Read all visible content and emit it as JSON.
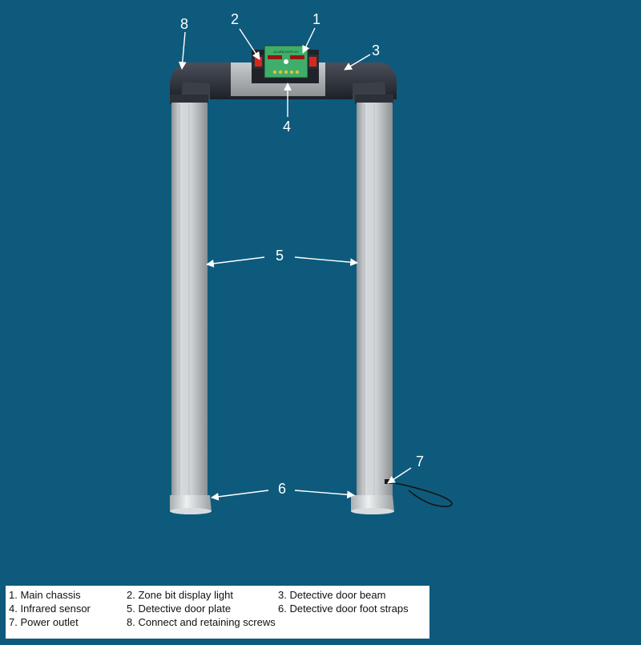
{
  "callouts": {
    "c1": "1",
    "c2": "2",
    "c3": "3",
    "c4": "4",
    "c5": "5",
    "c6": "6",
    "c7": "7",
    "c8": "8"
  },
  "display": {
    "panel_label": "ALARM DISPLAY"
  },
  "legend": [
    "1. Main chassis",
    "2. Zone bit display light",
    "3. Detective door beam",
    "4. Infrared sensor",
    "5. Detective door plate",
    "6. Detective door foot straps",
    "7. Power outlet",
    "8. Connect and retaining screws"
  ],
  "colors": {
    "background": "#0e5a7c",
    "pillar": "#c9cccf",
    "beam": "#2b2f38",
    "display_panel": "#3fae6a",
    "indicator": "#d42a1e"
  }
}
